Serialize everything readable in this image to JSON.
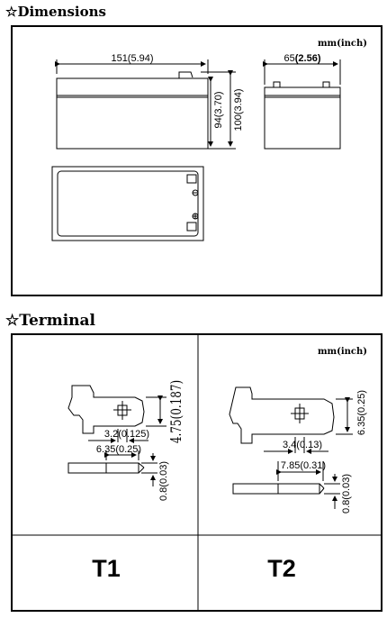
{
  "dimensions": {
    "heading": "☆Dimensions",
    "unit": "mm(inch)",
    "length_label": "151(5.94)",
    "width_label_a": "65",
    "width_label_b": "(2.56)",
    "height_body_label": "94(3.70)",
    "height_total_label": "100(3.94)"
  },
  "terminal": {
    "heading": "☆Terminal",
    "unit": "mm(inch)",
    "t1": {
      "name": "T1",
      "height_label": "4.75(0.187)",
      "hole_label": "3.2(0.125)",
      "width_label": "6.35(0.25)",
      "thickness_label": "0.8(0.03)"
    },
    "t2": {
      "name": "T2",
      "height_label": "6.35(0.25)",
      "hole_label": "3.4(0.13)",
      "width_label": "7.85(0.31)",
      "thickness_label": "0.8(0.03)"
    }
  },
  "colors": {
    "stroke": "#000000",
    "background": "#ffffff"
  }
}
